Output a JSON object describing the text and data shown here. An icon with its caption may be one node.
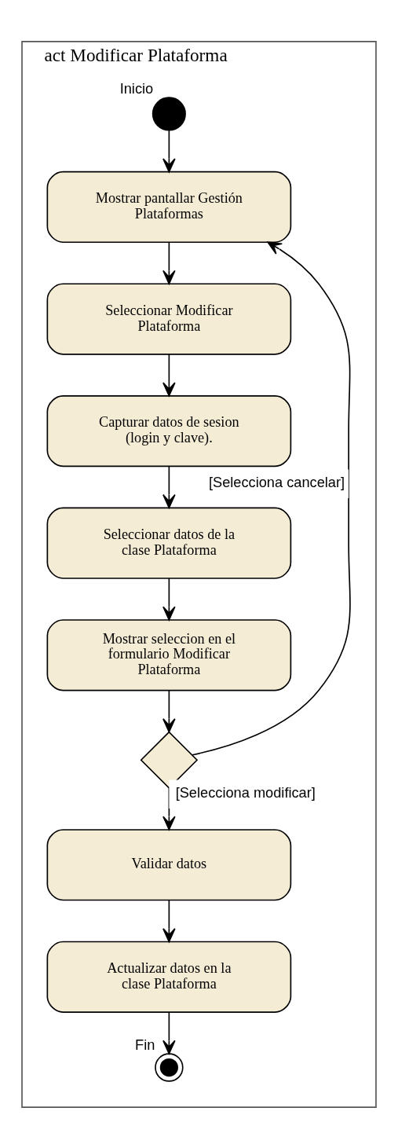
{
  "diagram": {
    "nodes": [
      {
        "text": [
          "act Modificar Plataforma"
        ]
      },
      {
        "text": [],
        "shape": "circle",
        "in": 0,
        "beside": [
          "Inicio"
        ]
      },
      {
        "text": [
          "Mostrar pantallar Gestión Plataformas"
        ],
        "in": 0
      },
      {
        "text": [
          "Seleccionar Modificar Plataforma"
        ],
        "in": 0
      },
      {
        "text": [
          "Capturar datos de sesion (login y clave)."
        ],
        "in": 0
      },
      {
        "text": [
          "Seleccionar datos de la clase Plataforma"
        ],
        "in": 0
      },
      {
        "text": [
          "Mostrar seleccion en el formulario Modificar Plataforma"
        ],
        "in": 0
      },
      {
        "text": [],
        "shape": "diamond",
        "in": 0
      },
      {
        "text": [
          "Validar datos"
        ],
        "in": 0
      },
      {
        "text": [
          "Actualizar datos en la clase Plataforma"
        ],
        "in": 0
      },
      {
        "text": [],
        "shape": "circle",
        "in": 0,
        "beside": [
          "Fin"
        ]
      }
    ],
    "edges": [
      {
        "from": 1,
        "to": 2,
        "arrow": "to"
      },
      {
        "from": 2,
        "to": 3,
        "arrow": "to"
      },
      {
        "from": 3,
        "to": 4,
        "arrow": "to"
      },
      {
        "from": 4,
        "to": 5,
        "arrow": "to"
      },
      {
        "from": 5,
        "to": 6,
        "arrow": "to"
      },
      {
        "from": 6,
        "to": 7,
        "arrow": "to"
      },
      {
        "from": 7,
        "to": 2,
        "arrow": "to",
        "label": "[Selecciona cancelar]"
      },
      {
        "from": 7,
        "to": 8,
        "arrow": "to",
        "label": "[Selecciona modificar]"
      },
      {
        "from": 8,
        "to": 9,
        "arrow": "to"
      },
      {
        "from": 9,
        "to": 10,
        "arrow": "to"
      }
    ]
  }
}
